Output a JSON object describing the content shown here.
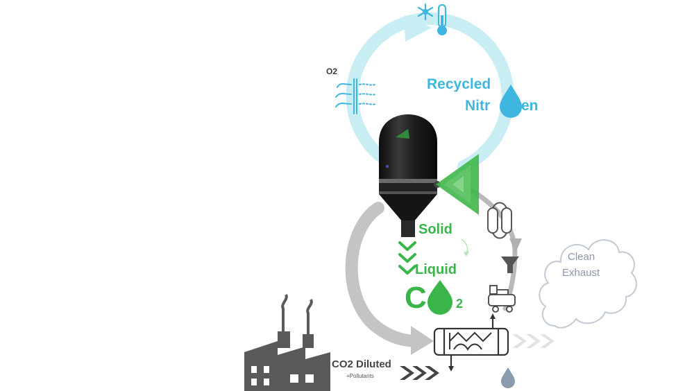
{
  "labels": {
    "o2": "O2",
    "recycled": "Recycled",
    "nitrogen_part1": "Nitr",
    "nitrogen_part2": "gen",
    "solid": "Solid",
    "liquid": "Liquid",
    "co2_c": "C",
    "co2_subscript": "2",
    "clean": "Clean",
    "exhaust": "Exhaust",
    "co2_diluted": "CO2 Diluted",
    "pollutants": "+Pollutants"
  },
  "colors": {
    "nitrogen_loop": "#c8eef4",
    "nitrogen_text": "#3fb6e0",
    "co2_green": "#39b54a",
    "co2_loop": "#bdbdbd",
    "factory": "#5a5a5a",
    "tank": "#1c1c1c",
    "cloud_stroke": "#c2cad6",
    "exhaust_chevrons": "#e2e2e2"
  },
  "icons": {
    "cold": "snowflake-icon",
    "thermometer": "thermometer-icon",
    "oxygen_vent": "air-vent-icon",
    "nitrogen_drop": "water-drop-icon",
    "co2_drop": "co2-drop-icon",
    "heat_exchanger": "heat-exchanger-icon",
    "compressor": "compressor-icon",
    "filter": "funnel-filter-icon",
    "dryer": "dryer-icon",
    "water_drop": "water-drop-icon",
    "factory": "factory-icon",
    "cloud": "cloud-icon",
    "tank": "cryogenic-tank-icon"
  }
}
